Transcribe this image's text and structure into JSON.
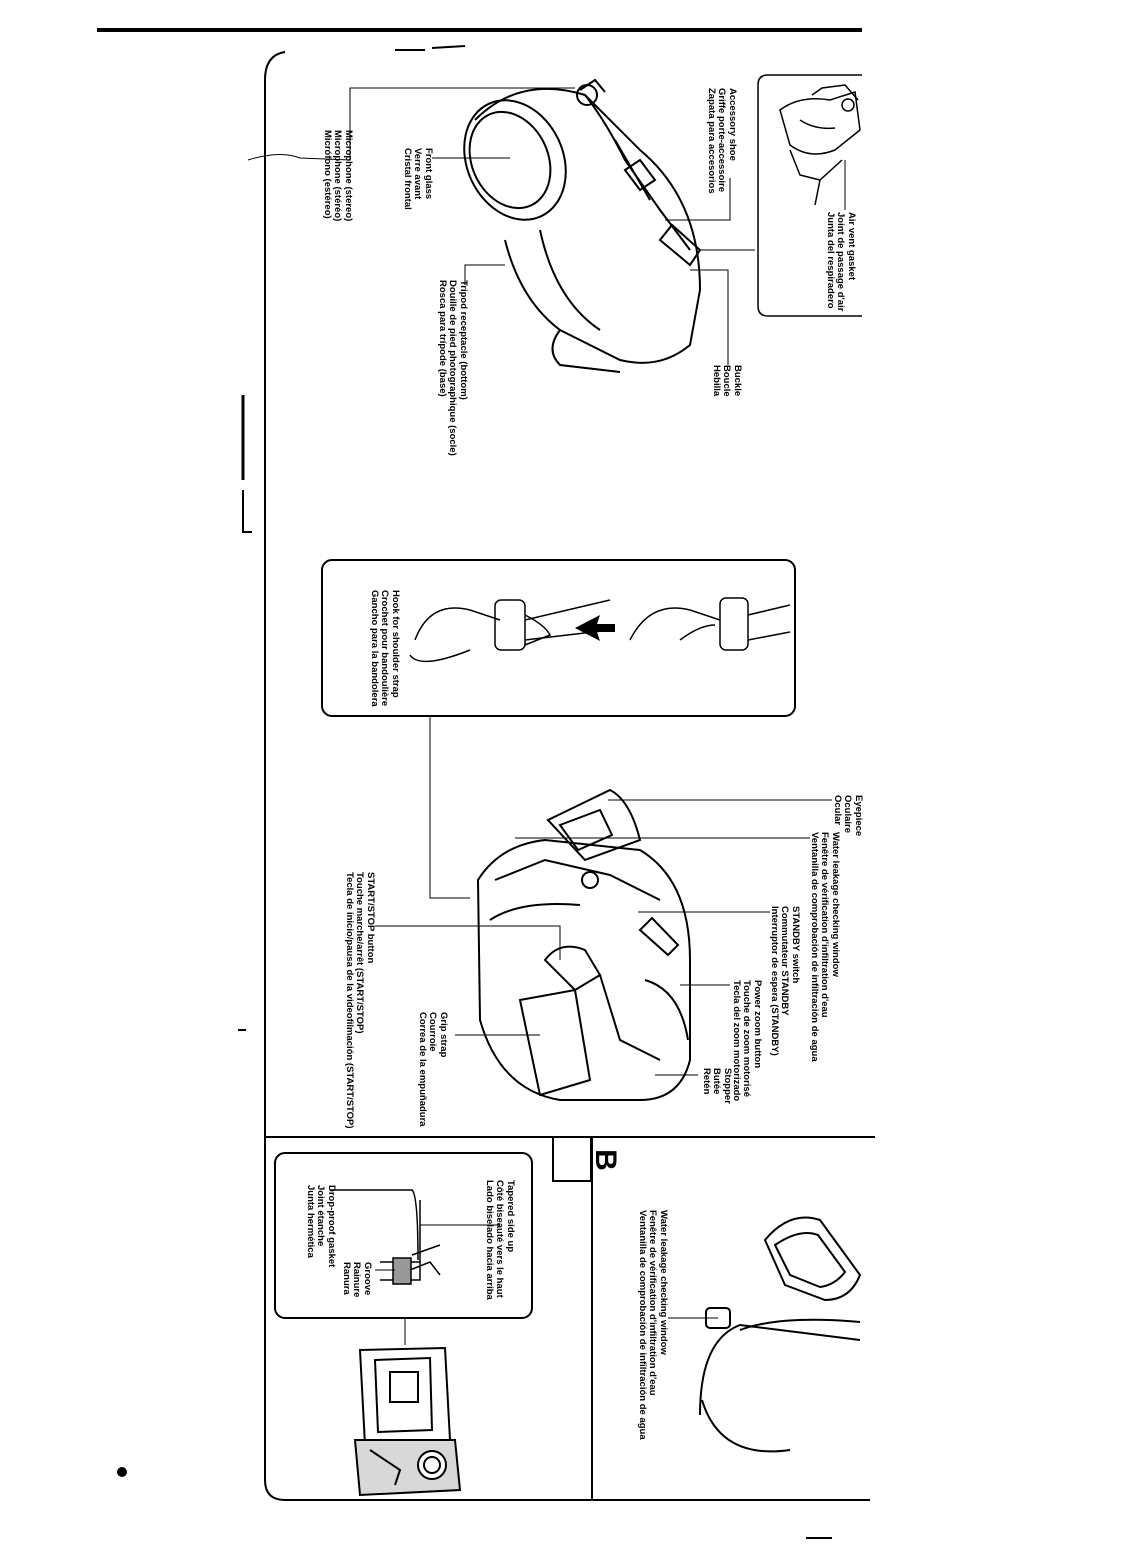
{
  "section": {
    "letter": "B"
  },
  "labels": {
    "accessory_shoe": [
      "Accessory shoe",
      "Griffe porte-accessoire",
      "Zapata para accesorios"
    ],
    "air_vent_gasket": [
      "Air vent gasket",
      "Joint de passage d'air",
      "Junta del respiradero"
    ],
    "microphone": [
      "Microphone (stereo)",
      "Microphone (stéréo)",
      "Micrófono (estéreo)"
    ],
    "front_glass": [
      "Front glass",
      "Verre avant",
      "Cristal frontal"
    ],
    "tripod_receptacle": [
      "Tripod receptacle (bottom)",
      "Douille de pied photographique (socle)",
      "Rosca para trípode (base)"
    ],
    "buckle": [
      "Buckle",
      "Boucle",
      "Hebilla"
    ],
    "hook": [
      "Hook for shoulder strap",
      "Crochet pour bandoulière",
      "Gancho para la bandolera"
    ],
    "eyepiece": [
      "Eyepiece",
      "Oculaire",
      "Ocular"
    ],
    "water_window": [
      "Water leakage checking window",
      "Fenêtre de vérification d'infiltration d'eau",
      "Ventanilla de comprobación de infiltración de agua"
    ],
    "standby": [
      "STANDBY switch",
      "Commutateur STANDBY",
      "Interruptor de espera (STANDBY)"
    ],
    "power_zoom": [
      "Power zoom button",
      "Touche de zoom motorisé",
      "Tecla del zoom motorizado"
    ],
    "stopper": [
      "Stopper",
      "Butée",
      "Retén"
    ],
    "start_stop": [
      "START/STOP button",
      "Touche marche/arrêt (START/STOP)",
      "Tecla de inicio/pausa de la videofilmación (START/STOP)"
    ],
    "grip_strap": [
      "Grip strap",
      "Courroie",
      "Correa de la empuñadura"
    ],
    "tapered": [
      "Tapered side up",
      "Côté biseauté vers le haut",
      "Lado biselado hacia arriba"
    ],
    "groove": [
      "Groove",
      "Rainure",
      "Ranura"
    ],
    "drop_proof": [
      "Drop-proof gasket",
      "Joint étanche",
      "Junta hermética"
    ],
    "water_window_b": [
      "Water leakage checking window",
      "Fenêtre de vérification d'infiltration d'eau",
      "Ventanilla de comprobación de infiltración de agua"
    ]
  }
}
